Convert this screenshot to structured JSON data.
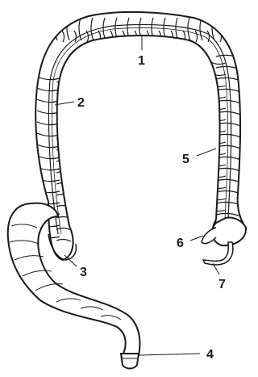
{
  "figure": {
    "labels": [
      {
        "id": "1",
        "text": "1"
      },
      {
        "id": "2",
        "text": "2"
      },
      {
        "id": "3",
        "text": "3"
      },
      {
        "id": "4",
        "text": "4"
      },
      {
        "id": "5",
        "text": "5"
      },
      {
        "id": "6",
        "text": "6"
      },
      {
        "id": "7",
        "text": "7"
      }
    ]
  },
  "colors": {
    "ink": "#1a1a1a",
    "fill": "#ffffff",
    "shade": "#e6e6e6"
  }
}
